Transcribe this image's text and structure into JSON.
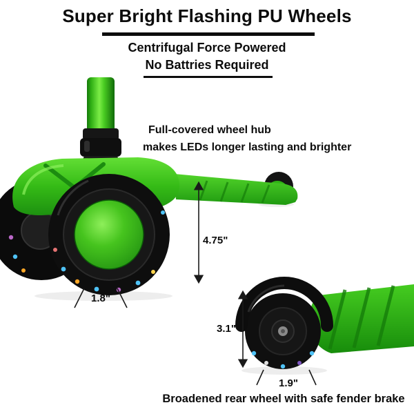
{
  "header": {
    "title": "Super Bright Flashing PU Wheels",
    "subtitle_line1": "Centrifugal Force Powered",
    "subtitle_line2": "No Battries Required"
  },
  "annotations": {
    "hub_line1": "Full-covered wheel hub",
    "hub_line2": "makes LEDs longer lasting and brighter",
    "bottom_caption": "Broadened rear wheel with safe fender brake"
  },
  "measurements": {
    "deck_height": "4.75\"",
    "front_wheel_width": "1.8\"",
    "rear_wheel_height": "3.1\"",
    "rear_wheel_width": "1.9\""
  },
  "colors": {
    "scooter_green": "#35c318",
    "tire_black": "#111111",
    "text_black": "#0c0c0c",
    "led_colors": [
      "#4fc3f7",
      "#ffa726",
      "#ba68c8",
      "#ffd54f",
      "#e57373"
    ]
  }
}
